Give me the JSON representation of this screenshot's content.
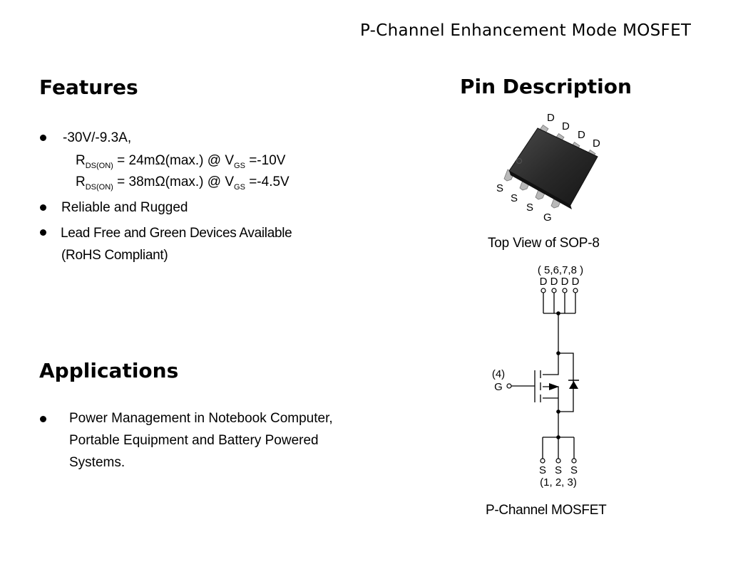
{
  "header": {
    "title": "P-Channel Enhancement Mode MOSFET"
  },
  "features": {
    "heading": "Features",
    "rating": "-30V/-9.3A,",
    "rds_lines": [
      {
        "symbol": "R",
        "sub": "DS(ON)",
        "mid": " = 24mΩ(max.) @ V",
        "vsub": "GS",
        "tail": " =-10V"
      },
      {
        "symbol": "R",
        "sub": "DS(ON)",
        "mid": " = 38mΩ(max.) @ V",
        "vsub": "GS",
        "tail": " =-4.5V"
      }
    ],
    "item2": "Reliable and Rugged",
    "item3_line1": "Lead Free and Green Devices Available",
    "item3_line2": "(RoHS Compliant)"
  },
  "applications": {
    "heading": "Applications",
    "lines": [
      "Power Management in Notebook Computer,",
      "Portable Equipment and Battery Powered",
      "Systems."
    ]
  },
  "pin_description": {
    "heading": "Pin Description",
    "package_pins": {
      "d": [
        "D",
        "D",
        "D",
        "D"
      ],
      "s": [
        "S",
        "S",
        "S"
      ],
      "g": "G"
    },
    "package_caption": "Top View of  SOP-8",
    "schematic": {
      "drain_pins_label": "( 5,6,7,8 )",
      "drain_letters": [
        "D",
        "D",
        "D",
        "D"
      ],
      "gate_pin_label": "(4)",
      "gate_letter": "G",
      "source_letters": [
        "S",
        "S",
        "S"
      ],
      "source_pins_label": "(1, 2, 3)"
    },
    "schematic_caption": "P-Channel MOSFET"
  },
  "colors": {
    "text": "#000000",
    "package_body": "#2b2b2b",
    "lead": "#b9b9b9"
  }
}
